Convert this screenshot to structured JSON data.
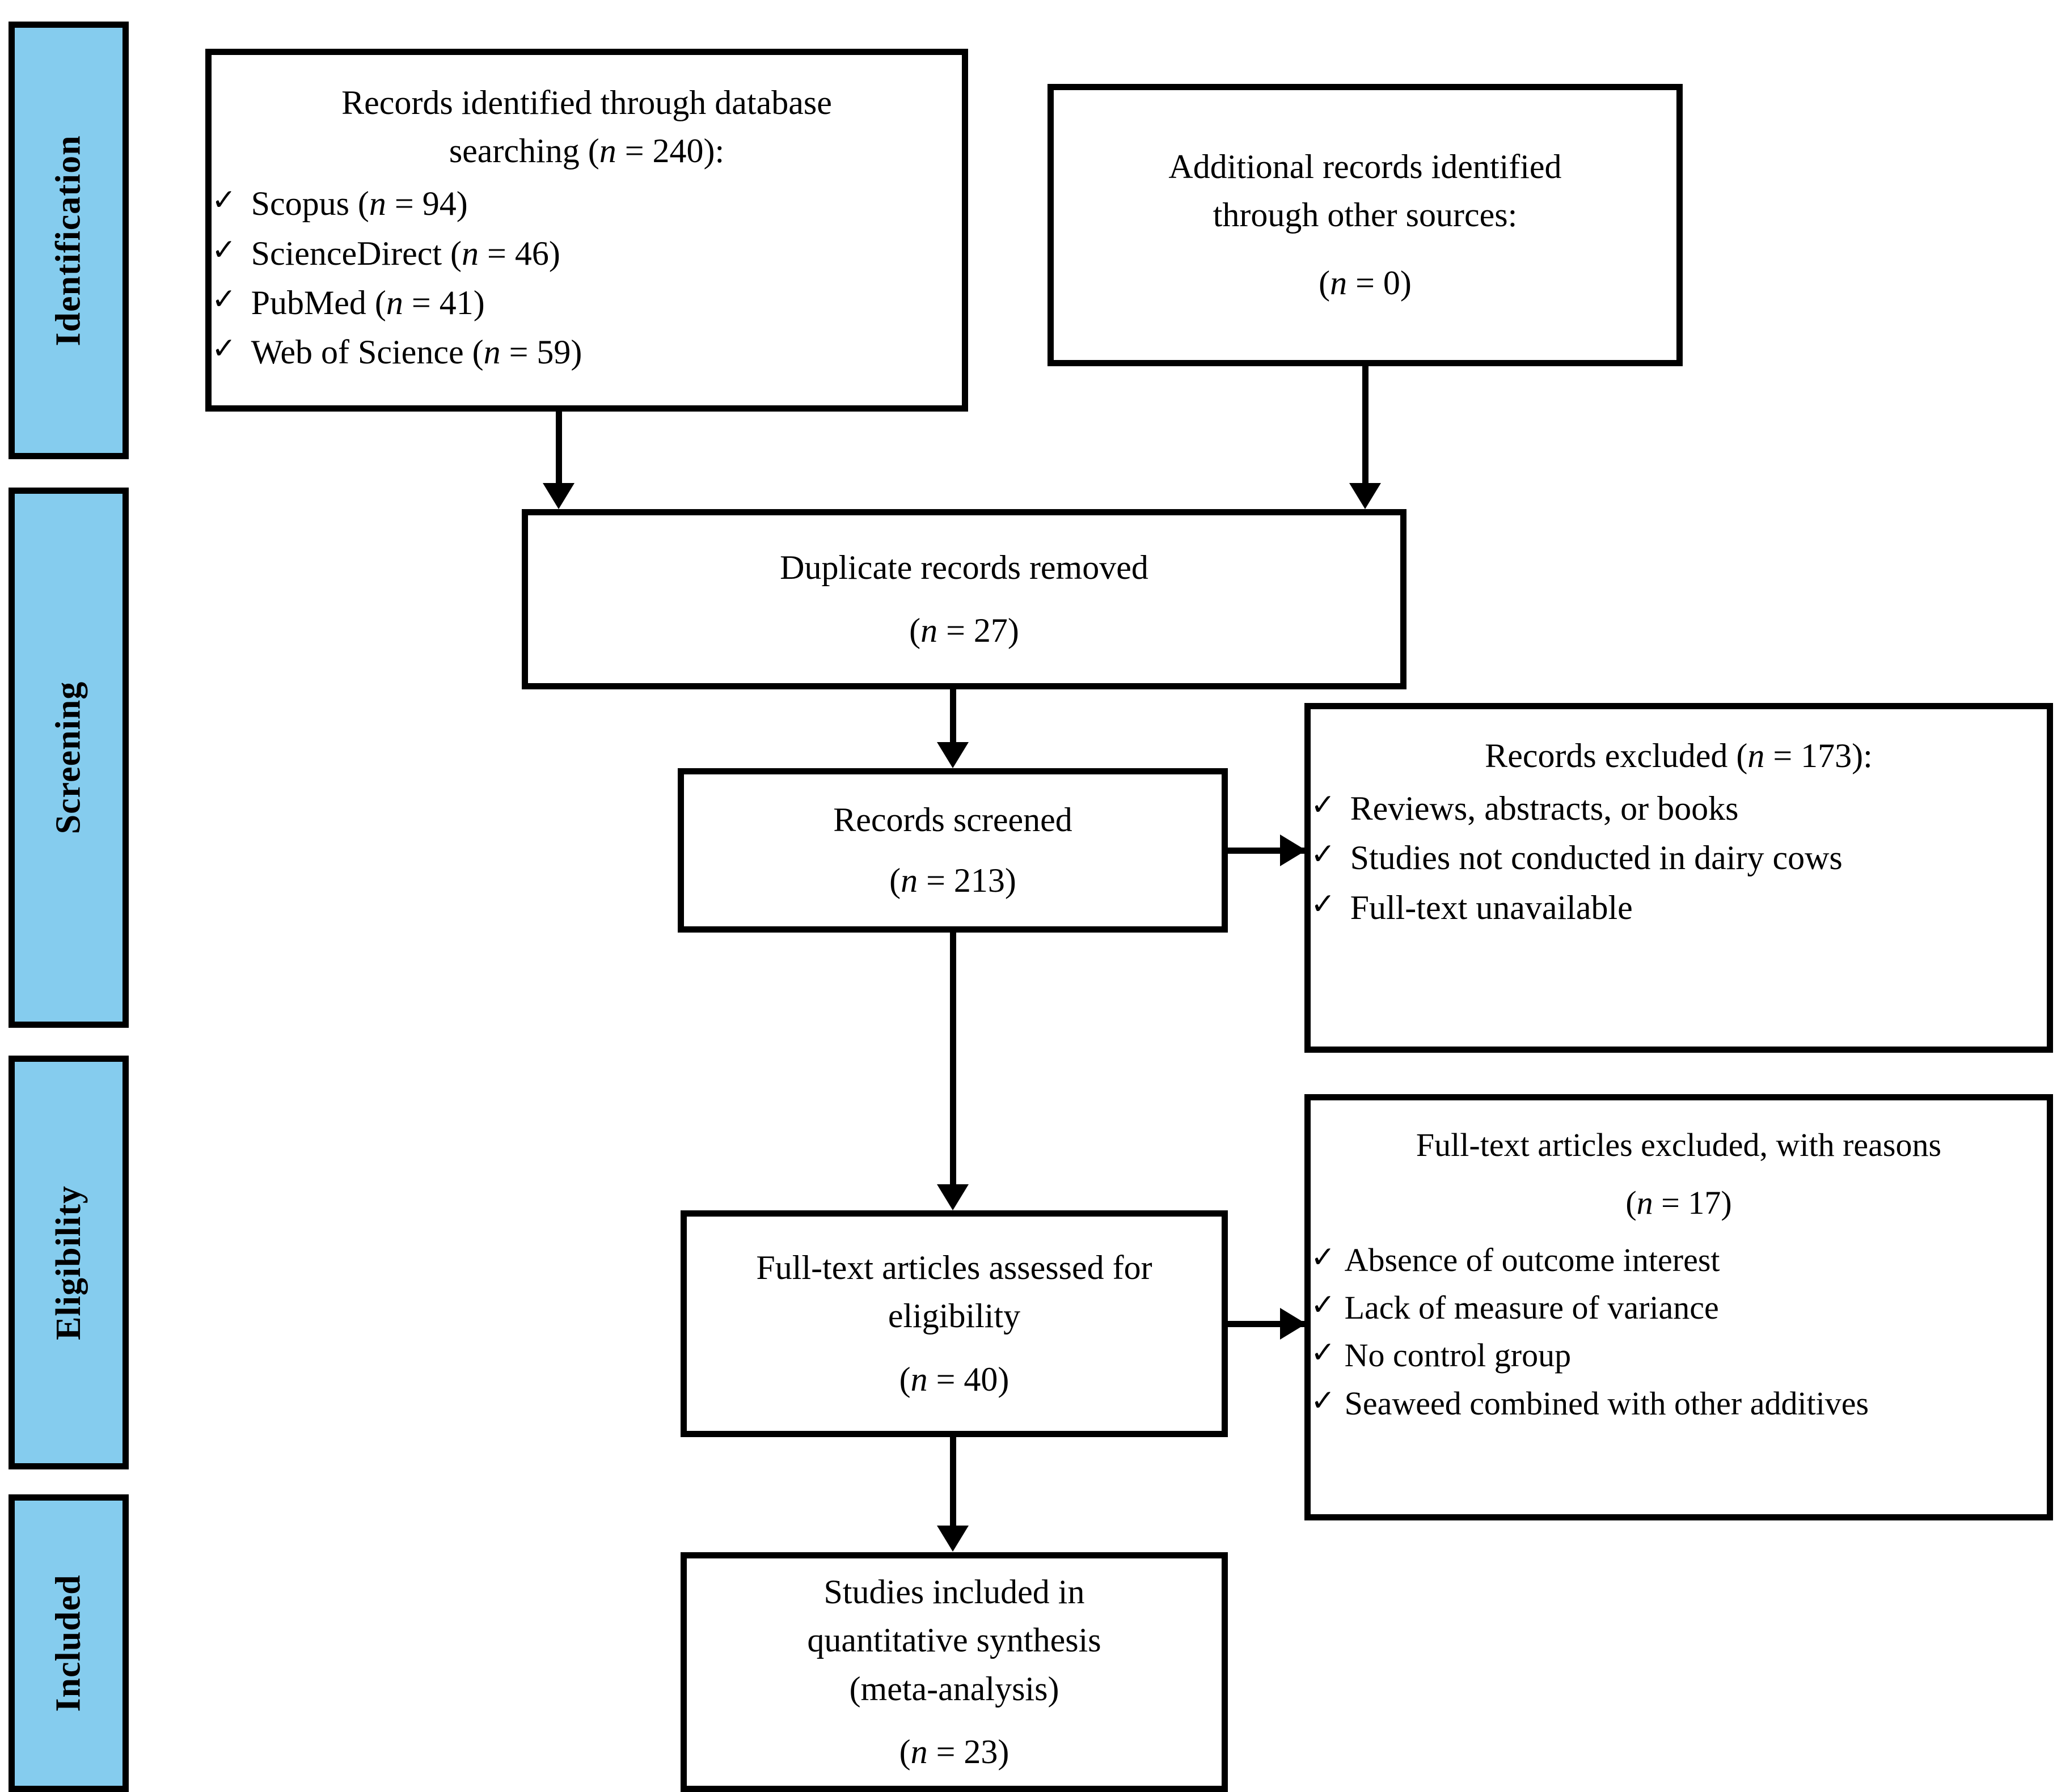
{
  "diagram": {
    "title": "PRISMA flow diagram",
    "accent_color": "#85CCEE",
    "border_color": "#000000",
    "background_color": "#FFFFFF"
  },
  "phases": [
    {
      "label": "Identification"
    },
    {
      "label": "Screening"
    },
    {
      "label": "Eligibility"
    },
    {
      "label": "Included"
    }
  ],
  "nodes": {
    "database_search": {
      "line1": "Records identified through database",
      "line2_pre": "searching (",
      "line2_n": "n",
      "line2_post": " = 240):",
      "items": [
        {
          "tick": "✓",
          "name_pre": "Scopus (",
          "n": "n",
          "name_post": " = 94)"
        },
        {
          "tick": "✓",
          "name_pre": "ScienceDirect (",
          "n": "n",
          "name_post": " = 46)"
        },
        {
          "tick": "✓",
          "name_pre": "PubMed (",
          "n": "n",
          "name_post": " = 41)"
        },
        {
          "tick": "✓",
          "name_pre": "Web of Science (",
          "n": "n",
          "name_post": " = 59)"
        }
      ]
    },
    "other_sources": {
      "line1": "Additional records identified",
      "line2": "through other sources:",
      "count_pre": "(",
      "count_n": "n",
      "count_post": " = 0)"
    },
    "duplicates_removed": {
      "line1": "Duplicate records removed",
      "count_pre": "(",
      "count_n": "n",
      "count_post": " = 27)"
    },
    "records_screened": {
      "line1": "Records screened",
      "count_pre": "(",
      "count_n": "n",
      "count_post": " = 213)"
    },
    "records_excluded": {
      "line1_pre": "Records excluded (",
      "line1_n": "n",
      "line1_post": " = 173):",
      "items": [
        {
          "tick": "✓",
          "text": "Reviews, abstracts, or books"
        },
        {
          "tick": "✓",
          "text": "Studies not conducted in dairy cows"
        },
        {
          "tick": "✓",
          "text": "Full-text unavailable"
        }
      ]
    },
    "fulltext_assessed": {
      "line1": "Full-text articles assessed for",
      "line2": "eligibility",
      "count_pre": "(",
      "count_n": "n",
      "count_post": " = 40)"
    },
    "fulltext_excluded": {
      "line1": "Full-text articles excluded, with reasons",
      "count_pre": "(",
      "count_n": "n",
      "count_post": " = 17)",
      "items": [
        {
          "tick": "✓",
          "text": "Absence of outcome interest"
        },
        {
          "tick": "✓",
          "text": "Lack of measure of variance"
        },
        {
          "tick": "✓",
          "text": "No control group"
        },
        {
          "tick": "✓",
          "text": "Seaweed combined with other additives"
        }
      ]
    },
    "studies_included": {
      "line1": "Studies included in",
      "line2": "quantitative synthesis",
      "line3": "(meta-analysis)",
      "count_pre": "(",
      "count_n": "n",
      "count_post": " = 23)"
    }
  }
}
